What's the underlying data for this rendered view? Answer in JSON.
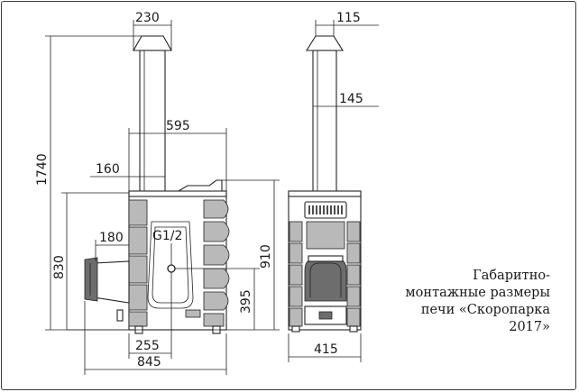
{
  "colors": {
    "line": "#222222",
    "shade": "#b9b9b9",
    "dark": "#6d6d6d",
    "frame": "#3a3a3a"
  },
  "dimensions": {
    "d230": "230",
    "d115": "115",
    "d145": "145",
    "d595": "595",
    "d1740": "1740",
    "d160": "160",
    "d180": "180",
    "g12": "G1/2",
    "d830": "830",
    "d910": "910",
    "d395": "395",
    "d255": "255",
    "d845": "845",
    "d415": "415"
  },
  "caption": {
    "line1": "Габаритно-",
    "line2": "монтажные размеры",
    "line3": "печи «Скоропарка",
    "line4": "2017»"
  }
}
